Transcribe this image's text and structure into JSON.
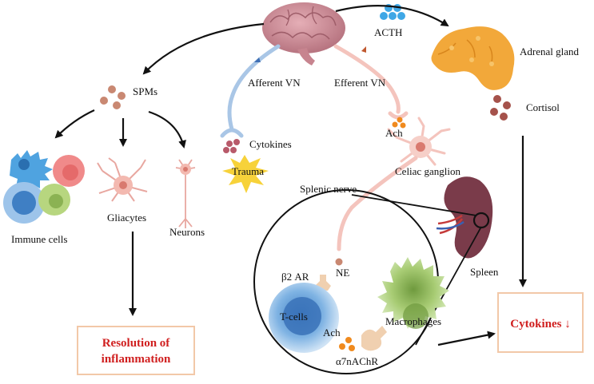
{
  "labels": {
    "acth": "ACTH",
    "adrenal_gland": "Adrenal gland",
    "spms": "SPMs",
    "afferent_vn": "Afferent VN",
    "efferent_vn": "Efferent VN",
    "cortisol": "Cortisol",
    "ach_top": "Ach",
    "cytokines": "Cytokines",
    "trauma": "Trauma",
    "celiac_ganglion": "Celiac ganglion",
    "splenic_nerve": "Splenic nerve",
    "immune_cells": "Immune cells",
    "gliacytes": "Gliacytes",
    "neurons": "Neurons",
    "ne": "NE",
    "beta2_ar": "β2 AR",
    "spleen": "Spleen",
    "t_cells": "T-cells",
    "macrophages": "Macrophages",
    "ach_bottom": "Ach",
    "a7nachr": "α7nAChR"
  },
  "boxes": {
    "resolution_line1": "Resolution of",
    "resolution_line2": "inflammation",
    "cytokines_down": "Cytokines ↓"
  },
  "colors": {
    "arrow": "#111111",
    "afferent_nerve": "#a9c6e6",
    "efferent_nerve": "#f4c4bd",
    "highlight_text": "#d01f1f",
    "box_border": "#f2c8a8",
    "brain": "#c98a93",
    "adrenal": "#f2a83a",
    "spleen": "#7a3b4a",
    "t_cell": "#5b9bd5",
    "macrophage": "#9cc46a",
    "ach_dot": "#f08a1e",
    "trauma_star": "#f7d23a",
    "acth_dot": "#3fa7e6"
  }
}
